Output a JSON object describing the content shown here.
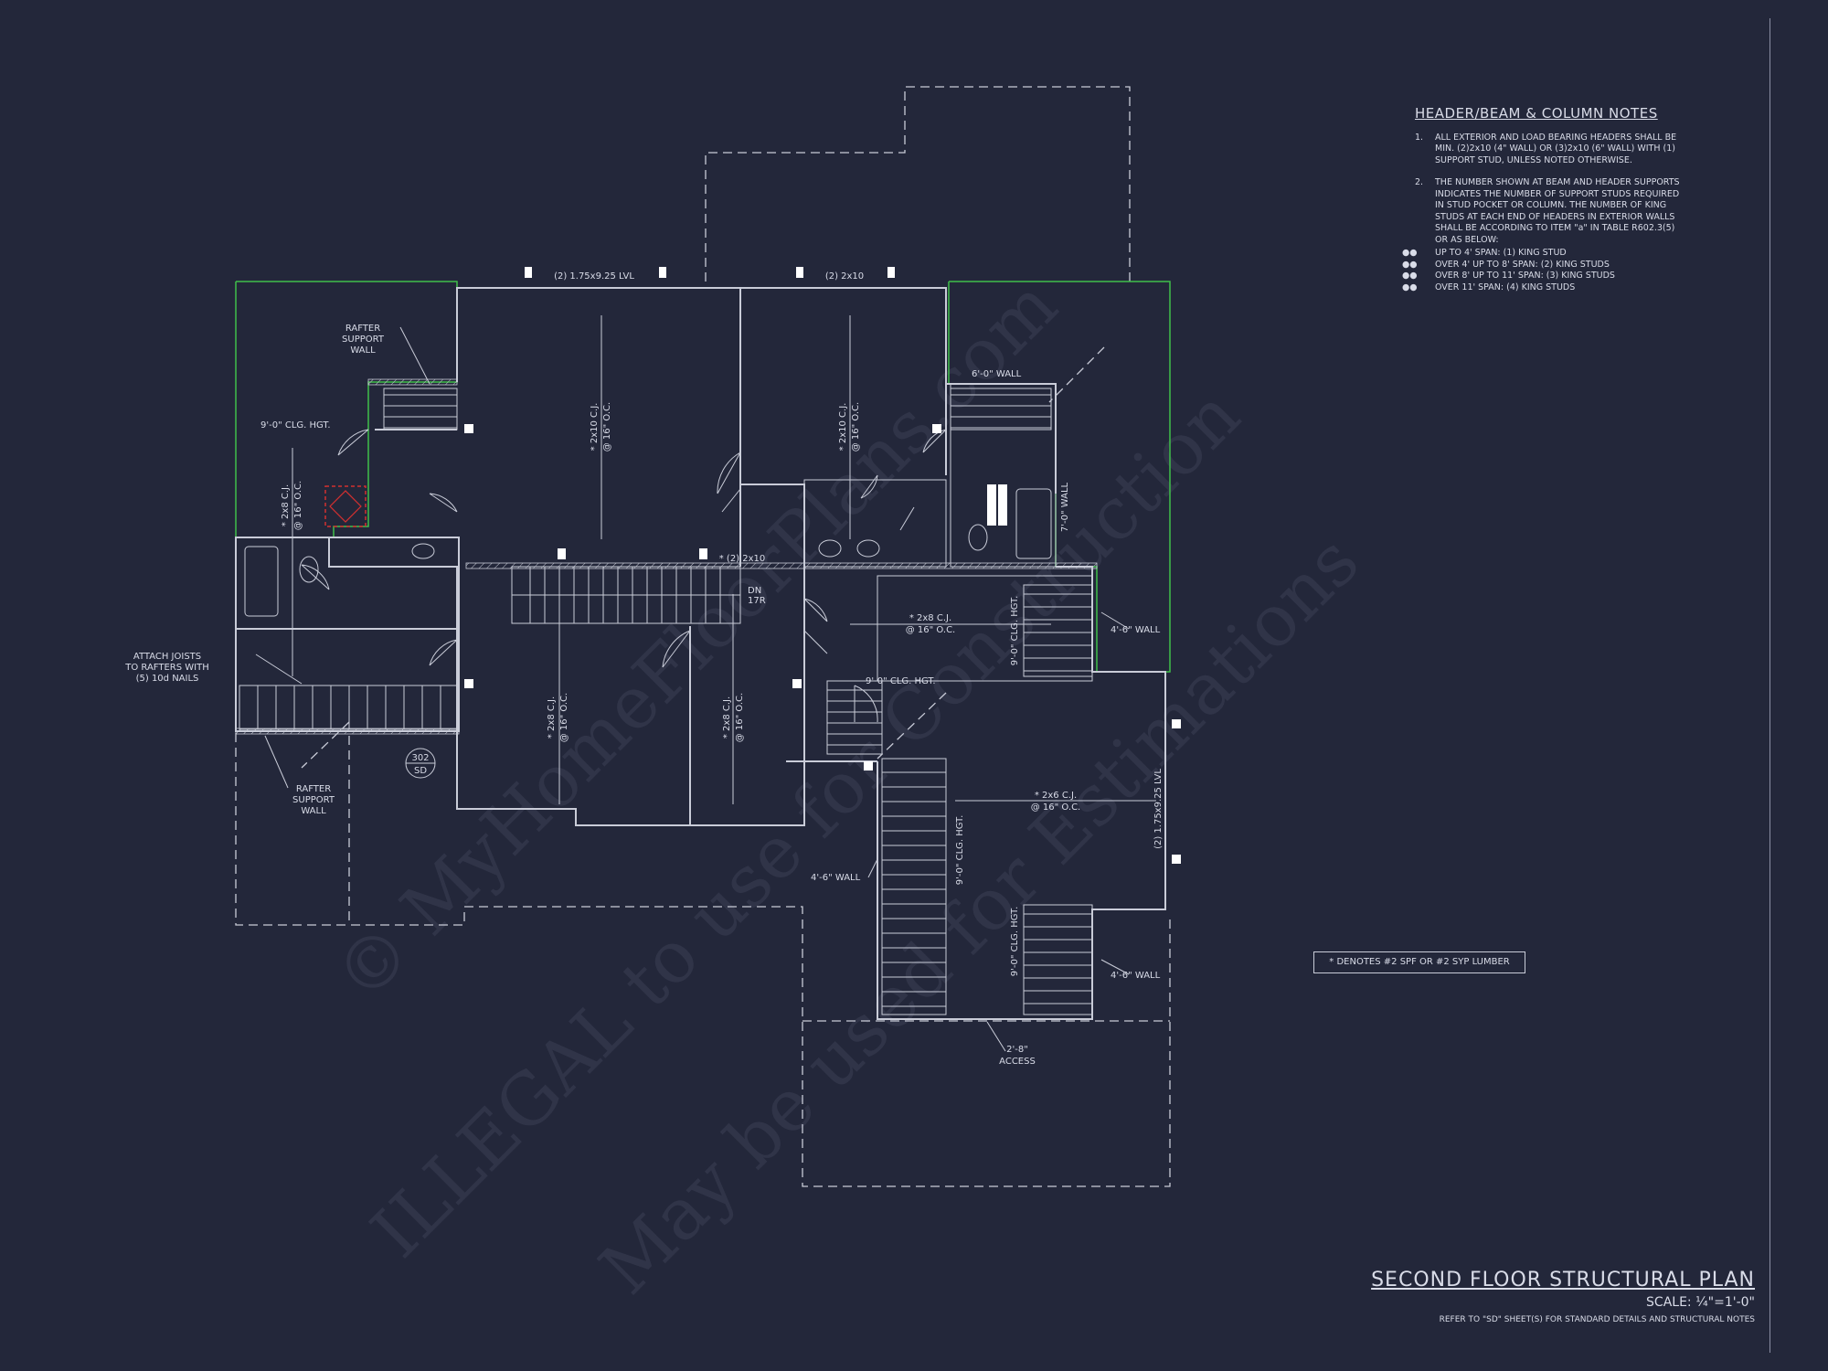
{
  "colors": {
    "background": "#23273a",
    "lines": "#c9ccd8",
    "green_outline": "#3fbf4a",
    "marker": "#d23030"
  },
  "notes": {
    "title": "HEADER/BEAM & COLUMN NOTES",
    "items": [
      {
        "num": "1.",
        "text": "ALL EXTERIOR AND LOAD BEARING HEADERS SHALL BE MIN. (2)2x10 (4\" WALL) OR (3)2x10 (6\" WALL) WITH (1) SUPPORT STUD, UNLESS NOTED OTHERWISE."
      },
      {
        "num": "2.",
        "text": "THE NUMBER SHOWN AT BEAM AND HEADER SUPPORTS INDICATES THE NUMBER OF SUPPORT STUDS REQUIRED IN STUD POCKET OR COLUMN. THE NUMBER OF KING STUDS AT EACH END OF HEADERS IN EXTERIOR WALLS SHALL BE ACCORDING TO ITEM \"a\" IN TABLE R602.3(5) OR AS BELOW:"
      }
    ],
    "bullets": [
      "UP TO 4' SPAN: (1) KING STUD",
      "OVER 4' UP TO 8' SPAN: (2) KING STUDS",
      "OVER 8' UP TO 11' SPAN: (3) KING STUDS",
      "OVER 11' SPAN: (4) KING STUDS"
    ],
    "bullet_mark": "●●"
  },
  "legend": "* DENOTES #2 SPF OR #2 SYP LUMBER",
  "title_block": {
    "title": "SECOND FLOOR STRUCTURAL PLAN",
    "scale": "SCALE: ¼\"=1'-0\"",
    "reference": "REFER TO \"SD\" SHEET(S) FOR STANDARD DETAILS AND STRUCTURAL NOTES"
  },
  "watermark": {
    "line1": "© MyHomeFloorPlans.com",
    "line2": "ILLEGAL to use for Construction",
    "line3": "May be used for Estimations"
  },
  "labels": {
    "beam_top_left": "(2) 1.75x9.25 LVL",
    "beam_top_right": "(2) 2x10",
    "beam_mid": "* (2) 2x10",
    "beam_right": "(2) 1.75x9.25 LVL",
    "rafter_wall_a": [
      "RAFTER",
      "SUPPORT",
      "WALL"
    ],
    "rafter_wall_b": [
      "RAFTER",
      "SUPPORT",
      "WALL"
    ],
    "attach_joists": [
      "ATTACH JOISTS",
      "TO RAFTERS WITH",
      "(5) 10d NAILS"
    ],
    "clg_left": "9'-0\" CLG. HGT.",
    "clg_center": "9'-0\" CLG. HGT.",
    "clg_right_upper": "9'-0\" CLG. HGT.",
    "clg_right_lower": "9'-0\" CLG. HGT.",
    "clg_right_low2": "9'-0\" CLG. HGT.",
    "wall_6": "6'-0\" WALL",
    "wall_7": "7'-0\" WALL",
    "wall_4a": "4'-6\" WALL",
    "wall_4b": "4'-6\" WALL",
    "wall_4c": "4'-6\" WALL",
    "access": [
      "2'-8\"",
      "ACCESS"
    ],
    "stair": [
      "DN",
      "17R"
    ],
    "section_tag": [
      "302",
      "SD"
    ],
    "cj_210_a": [
      "* 2x10 C.J.",
      "@ 16\" O.C."
    ],
    "cj_210_b": [
      "* 2x10 C.J.",
      "@ 16\" O.C."
    ],
    "cj_28_a": [
      "* 2x8 C.J.",
      "@ 16\" O.C."
    ],
    "cj_28_b": [
      "* 2x8 C.J.",
      "@ 16\" O.C."
    ],
    "cj_28_c": [
      "* 2x8 C.J.",
      "@ 16\" O.C."
    ],
    "cj_28_h": [
      "* 2x8 C.J.",
      "@ 16\" O.C."
    ],
    "cj_26": [
      "* 2x6 C.J.",
      "@ 16\" O.C."
    ]
  }
}
